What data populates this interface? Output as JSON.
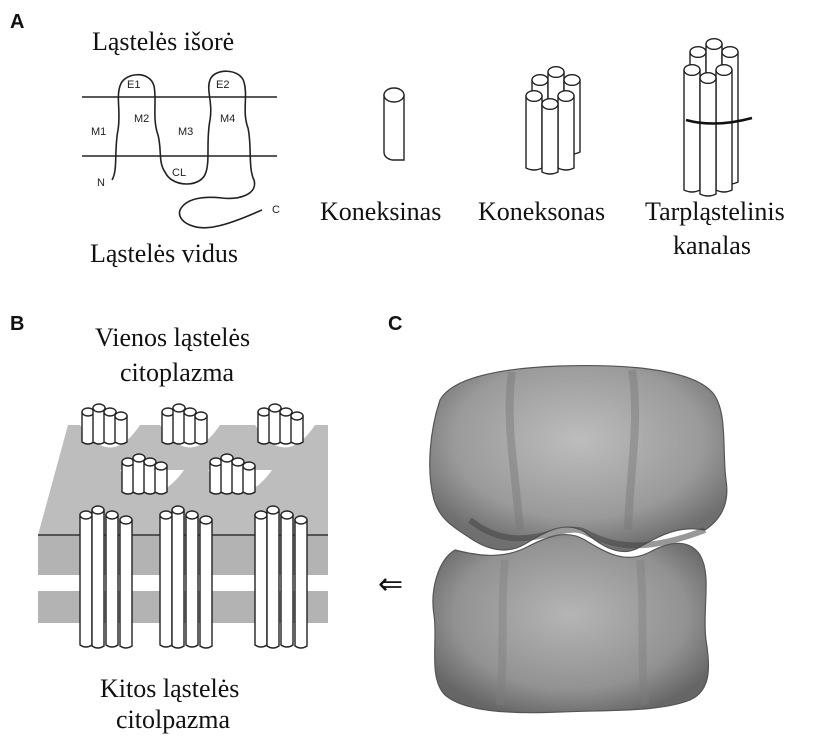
{
  "panels": {
    "a": {
      "letter": "A",
      "outside_label": "Ląstelės išorė",
      "inside_label": "Ląstelės vidus",
      "segments": {
        "e1": "E1",
        "e2": "E2",
        "m1": "M1",
        "m2": "M2",
        "m3": "M3",
        "m4": "M4",
        "cl": "CL",
        "n": "N",
        "c": "C"
      },
      "connexin_label": "Koneksinas",
      "connexon_label": "Koneksonas",
      "channel_label_line1": "Tarpląstelinis",
      "channel_label_line2": "kanalas"
    },
    "b": {
      "letter": "B",
      "top_label_line1": "Vienos ląstelės",
      "top_label_line2": "citoplazma",
      "bottom_label_line1": "Kitos ląstelės",
      "bottom_label_line2": "citolpazma",
      "arrow_glyph": "⇐"
    },
    "c": {
      "letter": "C"
    }
  }
}
